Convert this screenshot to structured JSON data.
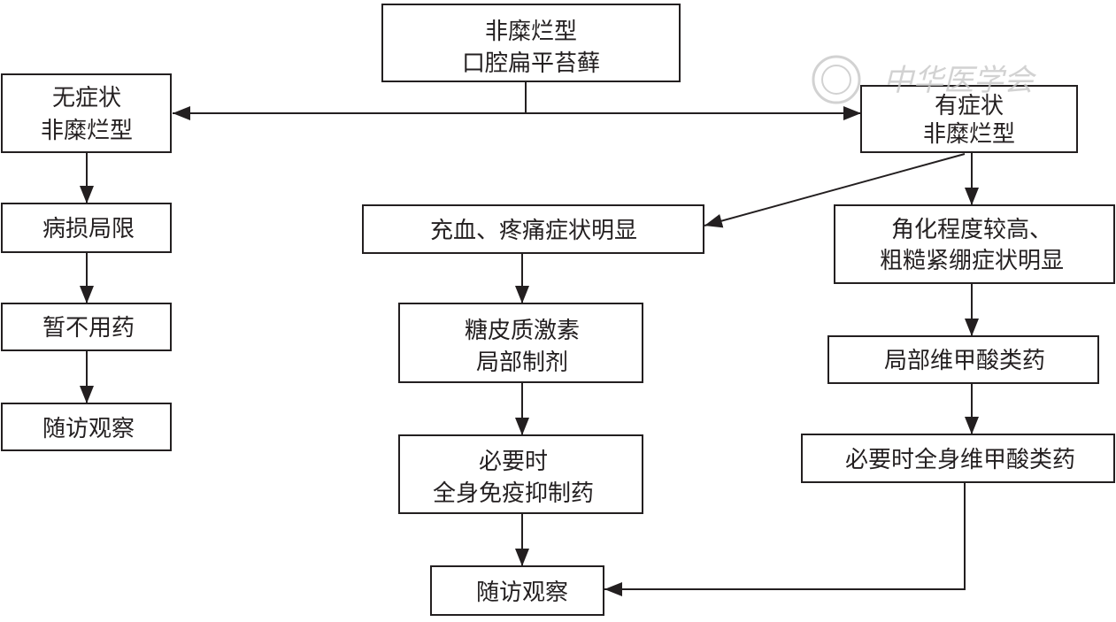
{
  "watermark": {
    "text": "中华医学会",
    "icon": "society-seal-icon"
  },
  "nodes": {
    "root": [
      "非糜烂型",
      "口腔扁平苔藓"
    ],
    "asymptomatic": [
      "无症状",
      "非糜烂型"
    ],
    "symptomatic": [
      "有症状",
      "非糜烂型"
    ],
    "left": {
      "limited": "病损局限",
      "no_medication": "暂不用药",
      "follow_up": "随访观察"
    },
    "middle": {
      "congestion_pain": "充血、疼痛症状明显",
      "corticosteroid": [
        "糖皮质激素",
        "局部制剂"
      ],
      "immunosuppressant": [
        "必要时",
        "全身免疫抑制药"
      ],
      "follow_up": "随访观察"
    },
    "right": {
      "keratinization": [
        "角化程度较高、",
        "粗糙紧绷症状明显"
      ],
      "topical_retinoid": "局部维甲酸类药",
      "systemic_retinoid": "必要时全身维甲酸类药"
    }
  }
}
